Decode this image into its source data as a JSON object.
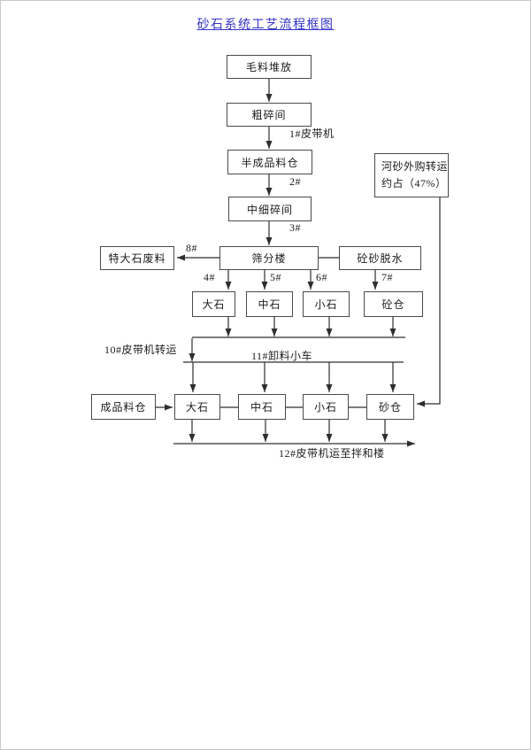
{
  "title": "砂石系统工艺流程框图",
  "diagram": {
    "boxes": {
      "raw_material_pile": "毛料堆放",
      "coarse_crushing": "粗碎间",
      "semi_product_silo": "半成品料仓",
      "medium_fine_crushing": "中细碎间",
      "oversize_stone_waste": "特大石废料",
      "screening_building": "筛分楼",
      "concrete_sand_dewatering": "砼砂脱水",
      "river_sand_note_line1": "河砂外购转运",
      "river_sand_note_line2": "约占（47%）",
      "mid_row": {
        "large_stone": "大石",
        "medium_stone": "中石",
        "small_stone": "小石",
        "concrete_silo": "砼仓"
      },
      "bottom_row": {
        "finished_silo": "成品料仓",
        "large_stone": "大石",
        "medium_stone": "中石",
        "small_stone": "小石",
        "sand_silo": "砂仓"
      }
    },
    "edge_labels": {
      "belt_1": "1#皮带机",
      "belt_2": "2#",
      "belt_3": "3#",
      "belt_4": "4#",
      "belt_5": "5#",
      "belt_6": "6#",
      "belt_7": "7#",
      "belt_8": "8#",
      "belt_10": "10#皮带机转运",
      "trolley_11": "11#卸料小车",
      "belt_12": "12#皮带机运至拌和楼"
    },
    "colors": {
      "title": "#3534c8",
      "line": "#2e2e2e",
      "box_border": "#4a4a4a"
    }
  }
}
